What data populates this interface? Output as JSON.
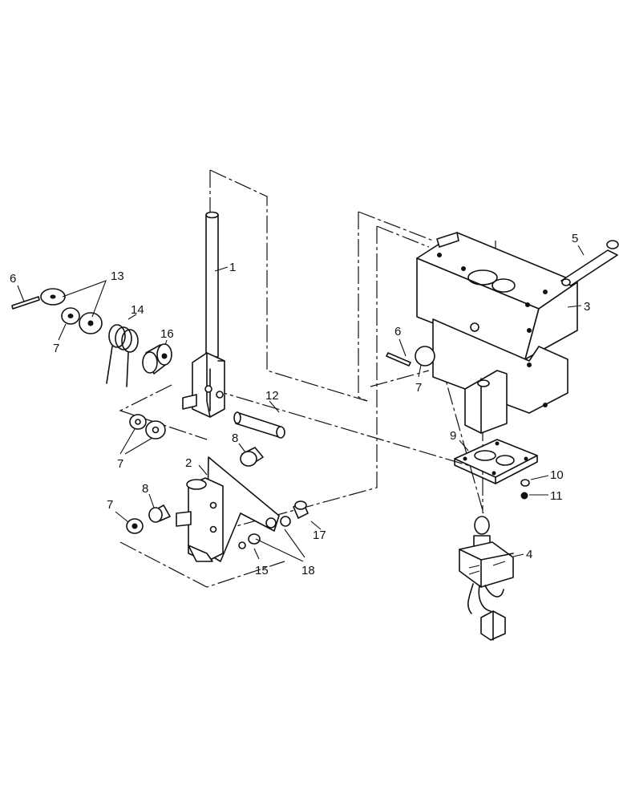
{
  "diagram": {
    "type": "exploded-parts-view",
    "callouts": [
      {
        "id": "c1",
        "text": "1"
      },
      {
        "id": "c2",
        "text": "2"
      },
      {
        "id": "c3",
        "text": "3"
      },
      {
        "id": "c4",
        "text": "4"
      },
      {
        "id": "c5",
        "text": "5"
      },
      {
        "id": "c6a",
        "text": "6"
      },
      {
        "id": "c6b",
        "text": "6"
      },
      {
        "id": "c7a",
        "text": "7"
      },
      {
        "id": "c7b",
        "text": "7"
      },
      {
        "id": "c7c",
        "text": "7"
      },
      {
        "id": "c7d",
        "text": "7"
      },
      {
        "id": "c8a",
        "text": "8"
      },
      {
        "id": "c8b",
        "text": "8"
      },
      {
        "id": "c9",
        "text": "9"
      },
      {
        "id": "c10",
        "text": "10"
      },
      {
        "id": "c11",
        "text": "11"
      },
      {
        "id": "c12",
        "text": "12"
      },
      {
        "id": "c13",
        "text": "13"
      },
      {
        "id": "c14",
        "text": "14"
      },
      {
        "id": "c15",
        "text": "15"
      },
      {
        "id": "c16",
        "text": "16"
      },
      {
        "id": "c17",
        "text": "17"
      },
      {
        "id": "c18",
        "text": "18"
      }
    ]
  }
}
